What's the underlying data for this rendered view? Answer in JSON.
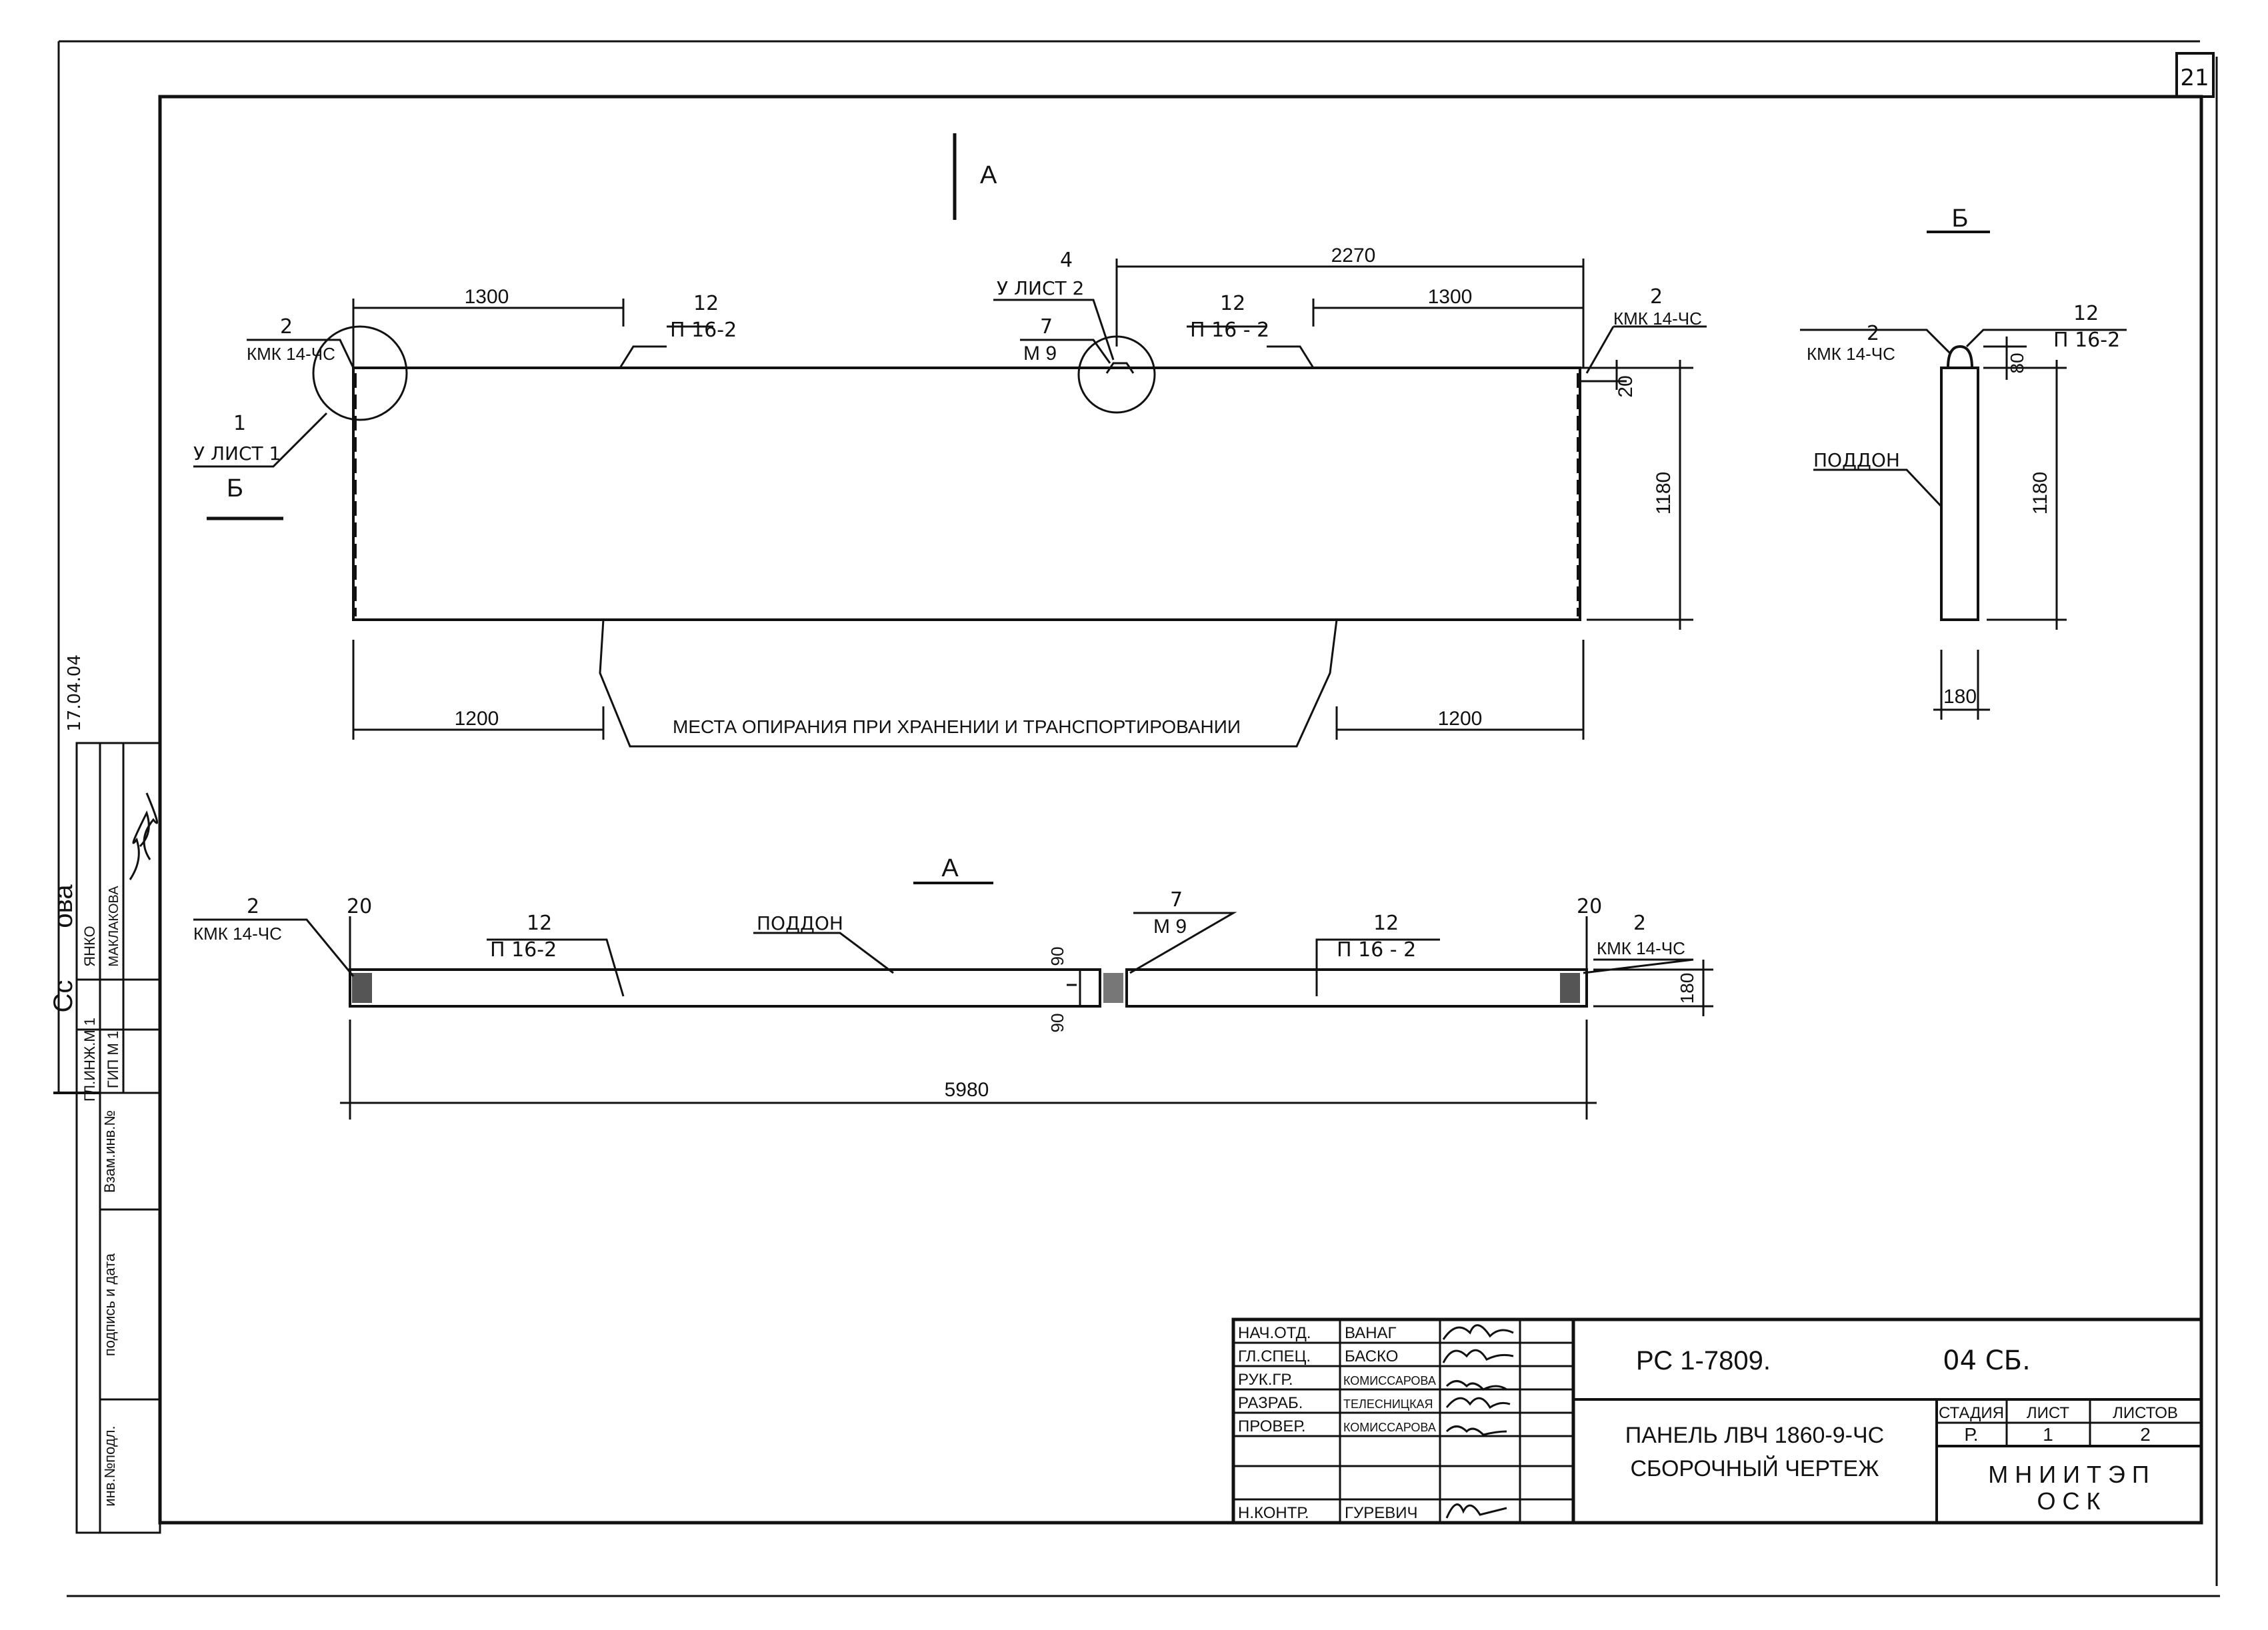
{
  "sheet": {
    "number": "21"
  },
  "views": {
    "section_a_mark": "А",
    "section_b_mark": "Б",
    "section_b_title": "Б",
    "section_a_title": "А"
  },
  "front_view": {
    "dim_1300_left": "1300",
    "dim_1300_right": "1300",
    "dim_2270": "2270",
    "dim_20": "20",
    "dim_1180": "1180",
    "dim_1200_left": "1200",
    "dim_1200_right": "1200",
    "callout_12_left_num": "12",
    "callout_12_left_txt": "П 16-2",
    "callout_12_right_num": "12",
    "callout_12_right_txt": "П 16 - 2",
    "callout_2_left_num": "2",
    "callout_2_left_txt": "КМК 14-ЧС",
    "callout_2_right_num": "2",
    "callout_2_right_txt": "КМК 14-ЧС",
    "callout_1_num": "1",
    "callout_1_txt": "У ЛИСТ 1",
    "callout_4_num": "4",
    "callout_4_txt": "У ЛИСТ 2",
    "callout_7_num": "7",
    "callout_7_txt": "М 9",
    "support_note": "МЕСТА ОПИРАНИЯ ПРИ ХРАНЕНИИ И ТРАНСПОРТИРОВАНИИ"
  },
  "side_view": {
    "callout_2_num": "2",
    "callout_2_txt": "КМК 14-ЧС",
    "callout_12_num": "12",
    "callout_12_txt": "П 16-2",
    "poddon": "ПОДДОН",
    "dim_80": "80",
    "dim_1180": "1180",
    "dim_180": "180"
  },
  "plan_view": {
    "callout_2_left_num": "2",
    "callout_2_left_txt": "КМК 14-ЧС",
    "callout_2_right_num": "2",
    "callout_2_right_txt": "КМК 14-ЧС",
    "callout_12_left_num": "12",
    "callout_12_left_txt": "П 16-2",
    "callout_12_right_num": "12",
    "callout_12_right_txt": "П 16 - 2",
    "callout_7_num": "7",
    "callout_7_txt": "М 9",
    "poddon": "ПОДДОН",
    "dim_20_left": "20",
    "dim_20_right": "20",
    "dim_90_top": "90",
    "dim_90_bottom": "90",
    "dim_180": "180",
    "dim_5980": "5980"
  },
  "left_strip": {
    "date": "17.04.04",
    "frag_cc": "Сс",
    "frag_ova": "ова",
    "row1_role": "ГЛ.ИНЖ.М 1",
    "row1_name": "ЯНКО",
    "row2_role": "ГИП М 1",
    "row2_name": "МАКЛАКОВА",
    "vzam": "Взам.инв.№",
    "podpis": "подпись и дата",
    "inv": "инв.№подл."
  },
  "title_block": {
    "roles": [
      "НАЧ.ОТД.",
      "ГЛ.СПЕЦ.",
      "РУК.ГР.",
      "РАЗРАБ.",
      "ПРОВЕР.",
      "",
      "Н.КОНТР."
    ],
    "names": [
      "ВАНАГ",
      "БАСКО",
      "КОМИССАРОВА",
      "ТЕЛЕСНИЦКАЯ",
      "КОМИССАРОВА",
      "",
      "ГУРЕВИЧ"
    ],
    "doc_code": "РС 1-7809.",
    "doc_suffix": "04 СБ.",
    "title_line1": "ПАНЕЛЬ  ЛВЧ 1860-9-ЧС",
    "title_line2": "СБОРОЧНЫЙ  ЧЕРТЕЖ",
    "stage_label": "СТАДИЯ",
    "sheet_label": "ЛИСТ",
    "sheets_label": "ЛИСТОВ",
    "stage_value": "Р.",
    "sheet_value": "1",
    "sheets_value": "2",
    "org_line1": "М Н И И Т Э П",
    "org_line2": "О С К"
  }
}
